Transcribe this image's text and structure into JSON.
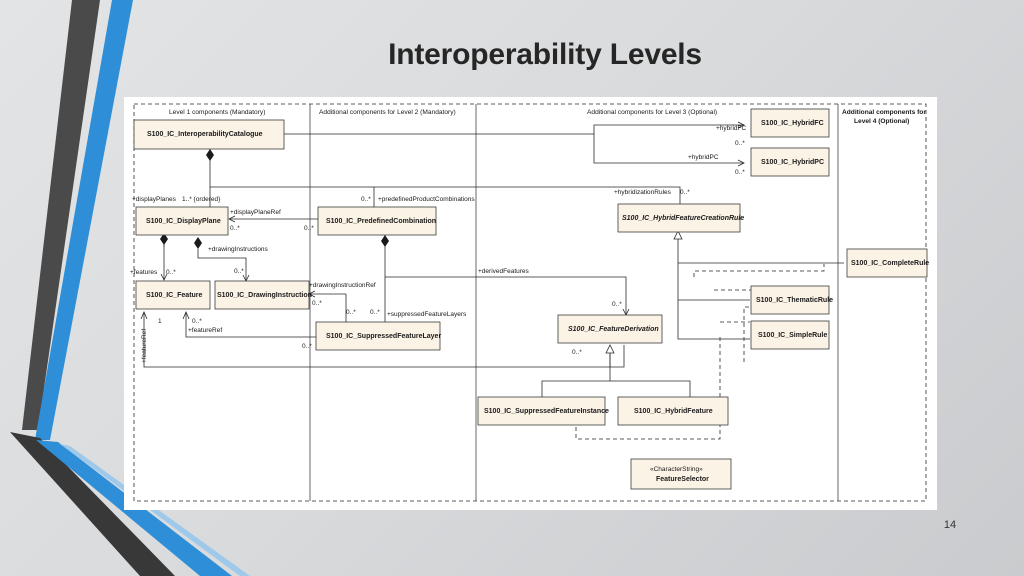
{
  "slide": {
    "title": "Interoperability Levels",
    "number": "14"
  },
  "diagram": {
    "headers": {
      "level1": "Level 1 components (Mandatory)",
      "level2": "Additional components for Level 2 (Mandatory)",
      "level3": "Additional components for Level 3 (Optional)",
      "level4_line1": "Additional components for",
      "level4_line2": "Level 4 (Optional)"
    },
    "classes": {
      "interoperability_catalogue": "S100_IC_InteroperabilityCatalogue",
      "hybrid_fc": "S100_IC_HybridFC",
      "hybrid_pc": "S100_IC_HybridPC",
      "display_plane": "S100_IC_DisplayPlane",
      "predefined_combination": "S100_IC_PredefinedCombination",
      "hybrid_feature_creation_rule": "S100_IC_HybridFeatureCreationRule",
      "complete_rule": "S100_IC_CompleteRule",
      "feature": "S100_IC_Feature",
      "drawing_instruction": "S100_IC_DrawingInstruction",
      "thematic_rule": "S100_IC_ThematicRule",
      "suppressed_feature_layer": "S100_IC_SuppressedFeatureLayer",
      "feature_derivation": "S100_IC_FeatureDerivation",
      "simple_rule": "S100_IC_SimpleRule",
      "suppressed_feature_instance": "S100_IC_SuppressedFeatureInstance",
      "hybrid_feature": "S100_IC_HybridFeature",
      "feature_selector_stereotype": "«CharacterString»",
      "feature_selector": "FeatureSelector"
    },
    "roles": {
      "hybrid_fc_role": "+hybridFC",
      "hybrid_fc_mult": "0..*",
      "hybrid_pc_role": "+hybridPC",
      "hybrid_pc_mult": "0..*",
      "display_planes_role": "+displayPlanes",
      "display_planes_mult": "1..* {ordered}",
      "predefined_combinations_mult": "0..*",
      "predefined_combinations_role": "+predefinedProductCombinations",
      "hybridization_rules_role": "+hybridizationRules",
      "hybridization_rules_mult": "0..*",
      "display_plane_ref_role": "+displayPlaneRef",
      "display_plane_ref_mult_a": "0..*",
      "display_plane_ref_mult_b": "0..*",
      "drawing_instructions_role": "+drawingInstructions",
      "drawing_instructions_mult": "0..*",
      "features_role": "+features",
      "features_mult": "0..*",
      "derived_features_role": "+derivedFeatures",
      "derived_features_mult": "0..*",
      "drawing_instruction_ref_role": "+drawingInstructionRef",
      "drawing_instruction_ref_mult": "0..*",
      "suppressed_layers_mult_a": "0..*",
      "suppressed_layers_mult_b": "0..*",
      "suppressed_layers_role": "+suppressedFeatureLayers",
      "feature_one": "1",
      "feature_ref_mult": "0..*",
      "feature_ref_role": "+featureRef",
      "feature_ref_vertical_role": "+featureRef",
      "sfl_ref_mult": "0..*",
      "derivation_mult": "0..*"
    }
  },
  "colors": {
    "class_fill": "#fbf3e6",
    "accent_blue": "#2e8fd8",
    "dark_stripe": "#3a3a3a"
  }
}
